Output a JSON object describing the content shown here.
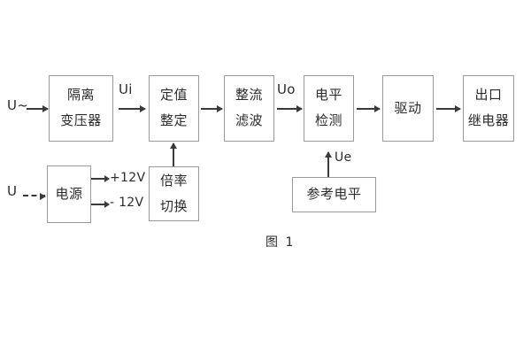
{
  "figure": {
    "caption": "图 1",
    "colors": {
      "box_border": "#9a9a9a",
      "arrow": "#3a3a3a",
      "text": "#2b2b2b",
      "background": "#ffffff"
    }
  },
  "blocks": {
    "isolation_transformer": {
      "line1": "隔离",
      "line2": "变压器"
    },
    "setting_value": {
      "line1": "定值",
      "line2": "整定"
    },
    "rectify_filter": {
      "line1": "整流",
      "line2": "滤波"
    },
    "level_detection": {
      "line1": "电平",
      "line2": "检测"
    },
    "drive": {
      "line1": "驱动",
      "line2": ""
    },
    "output_relay": {
      "line1": "出口",
      "line2": "继电器"
    },
    "power_supply": {
      "line1": "电源",
      "line2": ""
    },
    "multiplier_switch": {
      "line1": "倍率",
      "line2": "切换"
    },
    "reference_level": {
      "line1": "参考电平",
      "line2": ""
    }
  },
  "signals": {
    "input_ac": "U~",
    "input_dc": "U",
    "ui": "Ui",
    "uo": "Uo",
    "ue": "Ue",
    "rail_positive": "+12V",
    "rail_negative": "- 12V"
  }
}
